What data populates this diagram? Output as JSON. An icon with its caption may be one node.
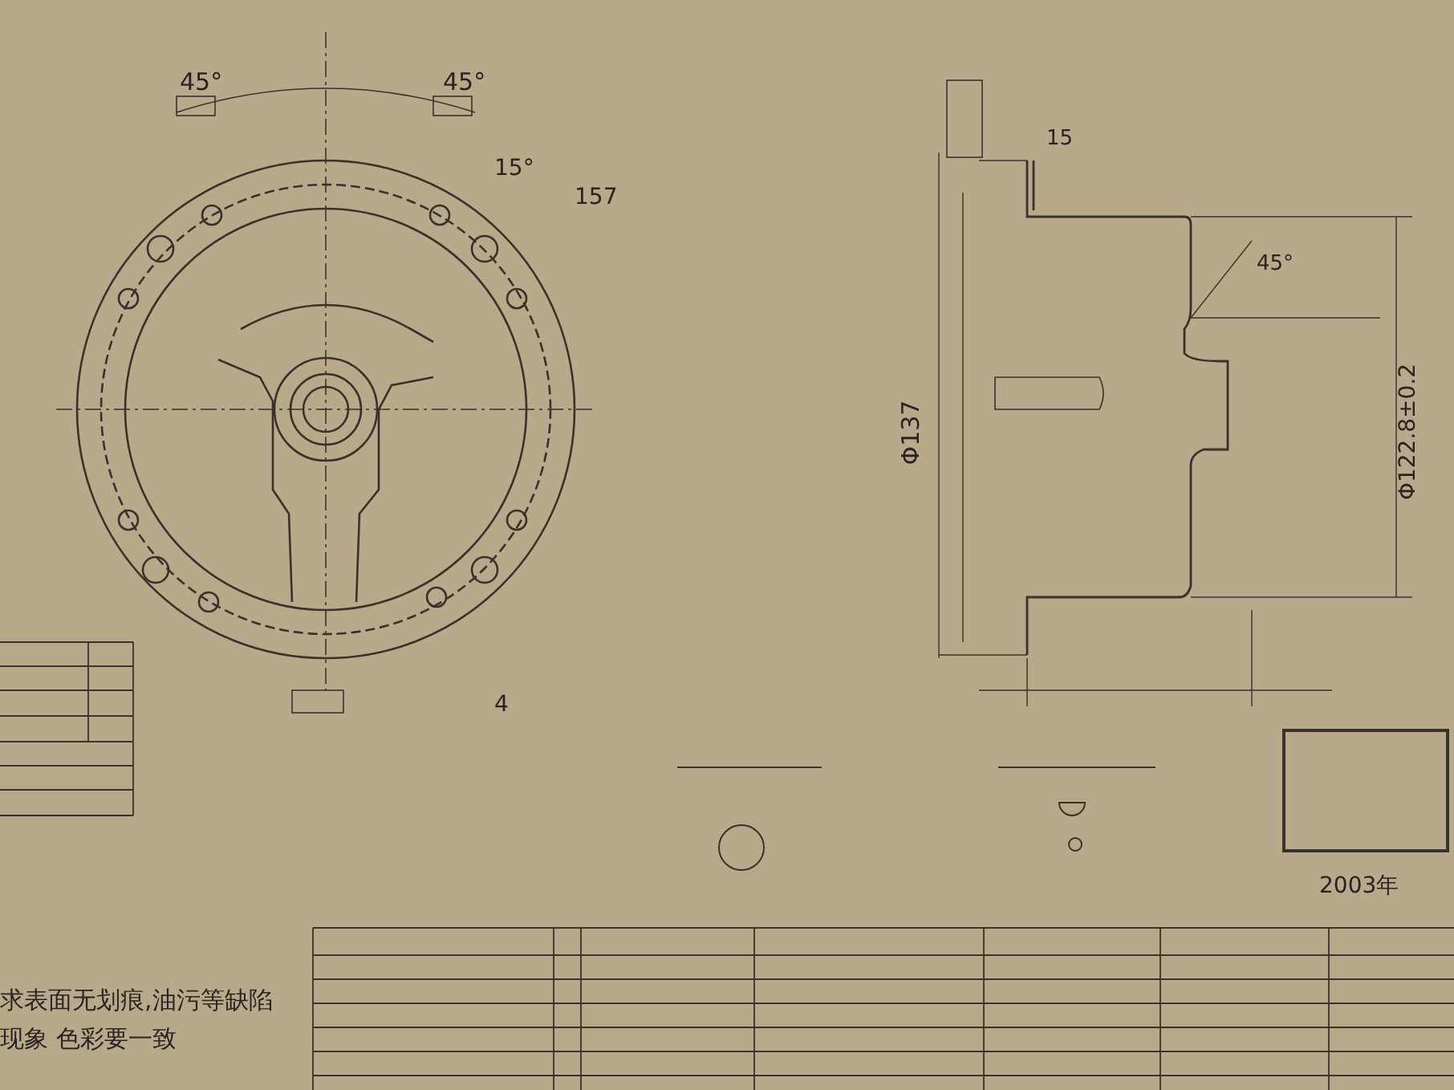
{
  "diagram": {
    "labels": [
      "45°",
      "45°",
      "15°",
      "157",
      "4",
      "15",
      "Φ137",
      "Φ122.8±0.2",
      "45°",
      "2003年",
      "求表面无划痕,油污等缺陷",
      "现象 色彩要一致"
    ]
  }
}
